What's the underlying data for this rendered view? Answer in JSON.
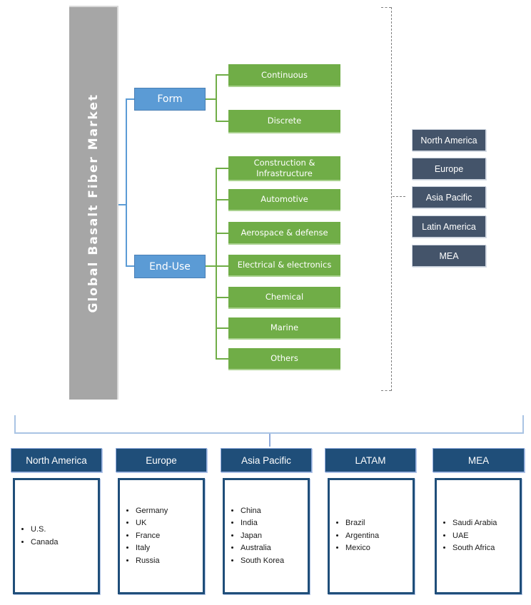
{
  "diagram": {
    "root_label": "Global Basalt Fiber Market",
    "branches": [
      {
        "label": "Form",
        "children": [
          "Continuous",
          "Discrete"
        ]
      },
      {
        "label": "End-Use",
        "children": [
          "Construction & Infrastructure",
          "Automotive",
          "Aerospace & defense",
          "Electrical & electronics",
          "Chemical",
          "Marine",
          "Others"
        ]
      }
    ],
    "side_regions": [
      "North America",
      "Europe",
      "Asia Pacific",
      "Latin America",
      "MEA"
    ]
  },
  "bottom_regions": [
    {
      "title": "North America",
      "countries": [
        "U.S.",
        "Canada"
      ]
    },
    {
      "title": "Europe",
      "countries": [
        "Germany",
        "UK",
        "France",
        "Italy",
        "Russia"
      ]
    },
    {
      "title": "Asia Pacific",
      "countries": [
        "China",
        "India",
        "Japan",
        "Australia",
        "South Korea"
      ]
    },
    {
      "title": "LATAM",
      "countries": [
        "Brazil",
        "Argentina",
        "Mexico"
      ]
    },
    {
      "title": "MEA",
      "countries": [
        "Saudi Arabia",
        "UAE",
        "South Africa"
      ]
    }
  ],
  "colors": {
    "root_gray": "#A6A6A6",
    "branch_blue": "#5B9BD5",
    "segment_green": "#70AD47",
    "side_region_slate": "#44546A",
    "bottom_header_navy": "#1F4E79",
    "connector_light_blue": "#A9C4E4",
    "dashed_gray": "#7F7F7F"
  }
}
